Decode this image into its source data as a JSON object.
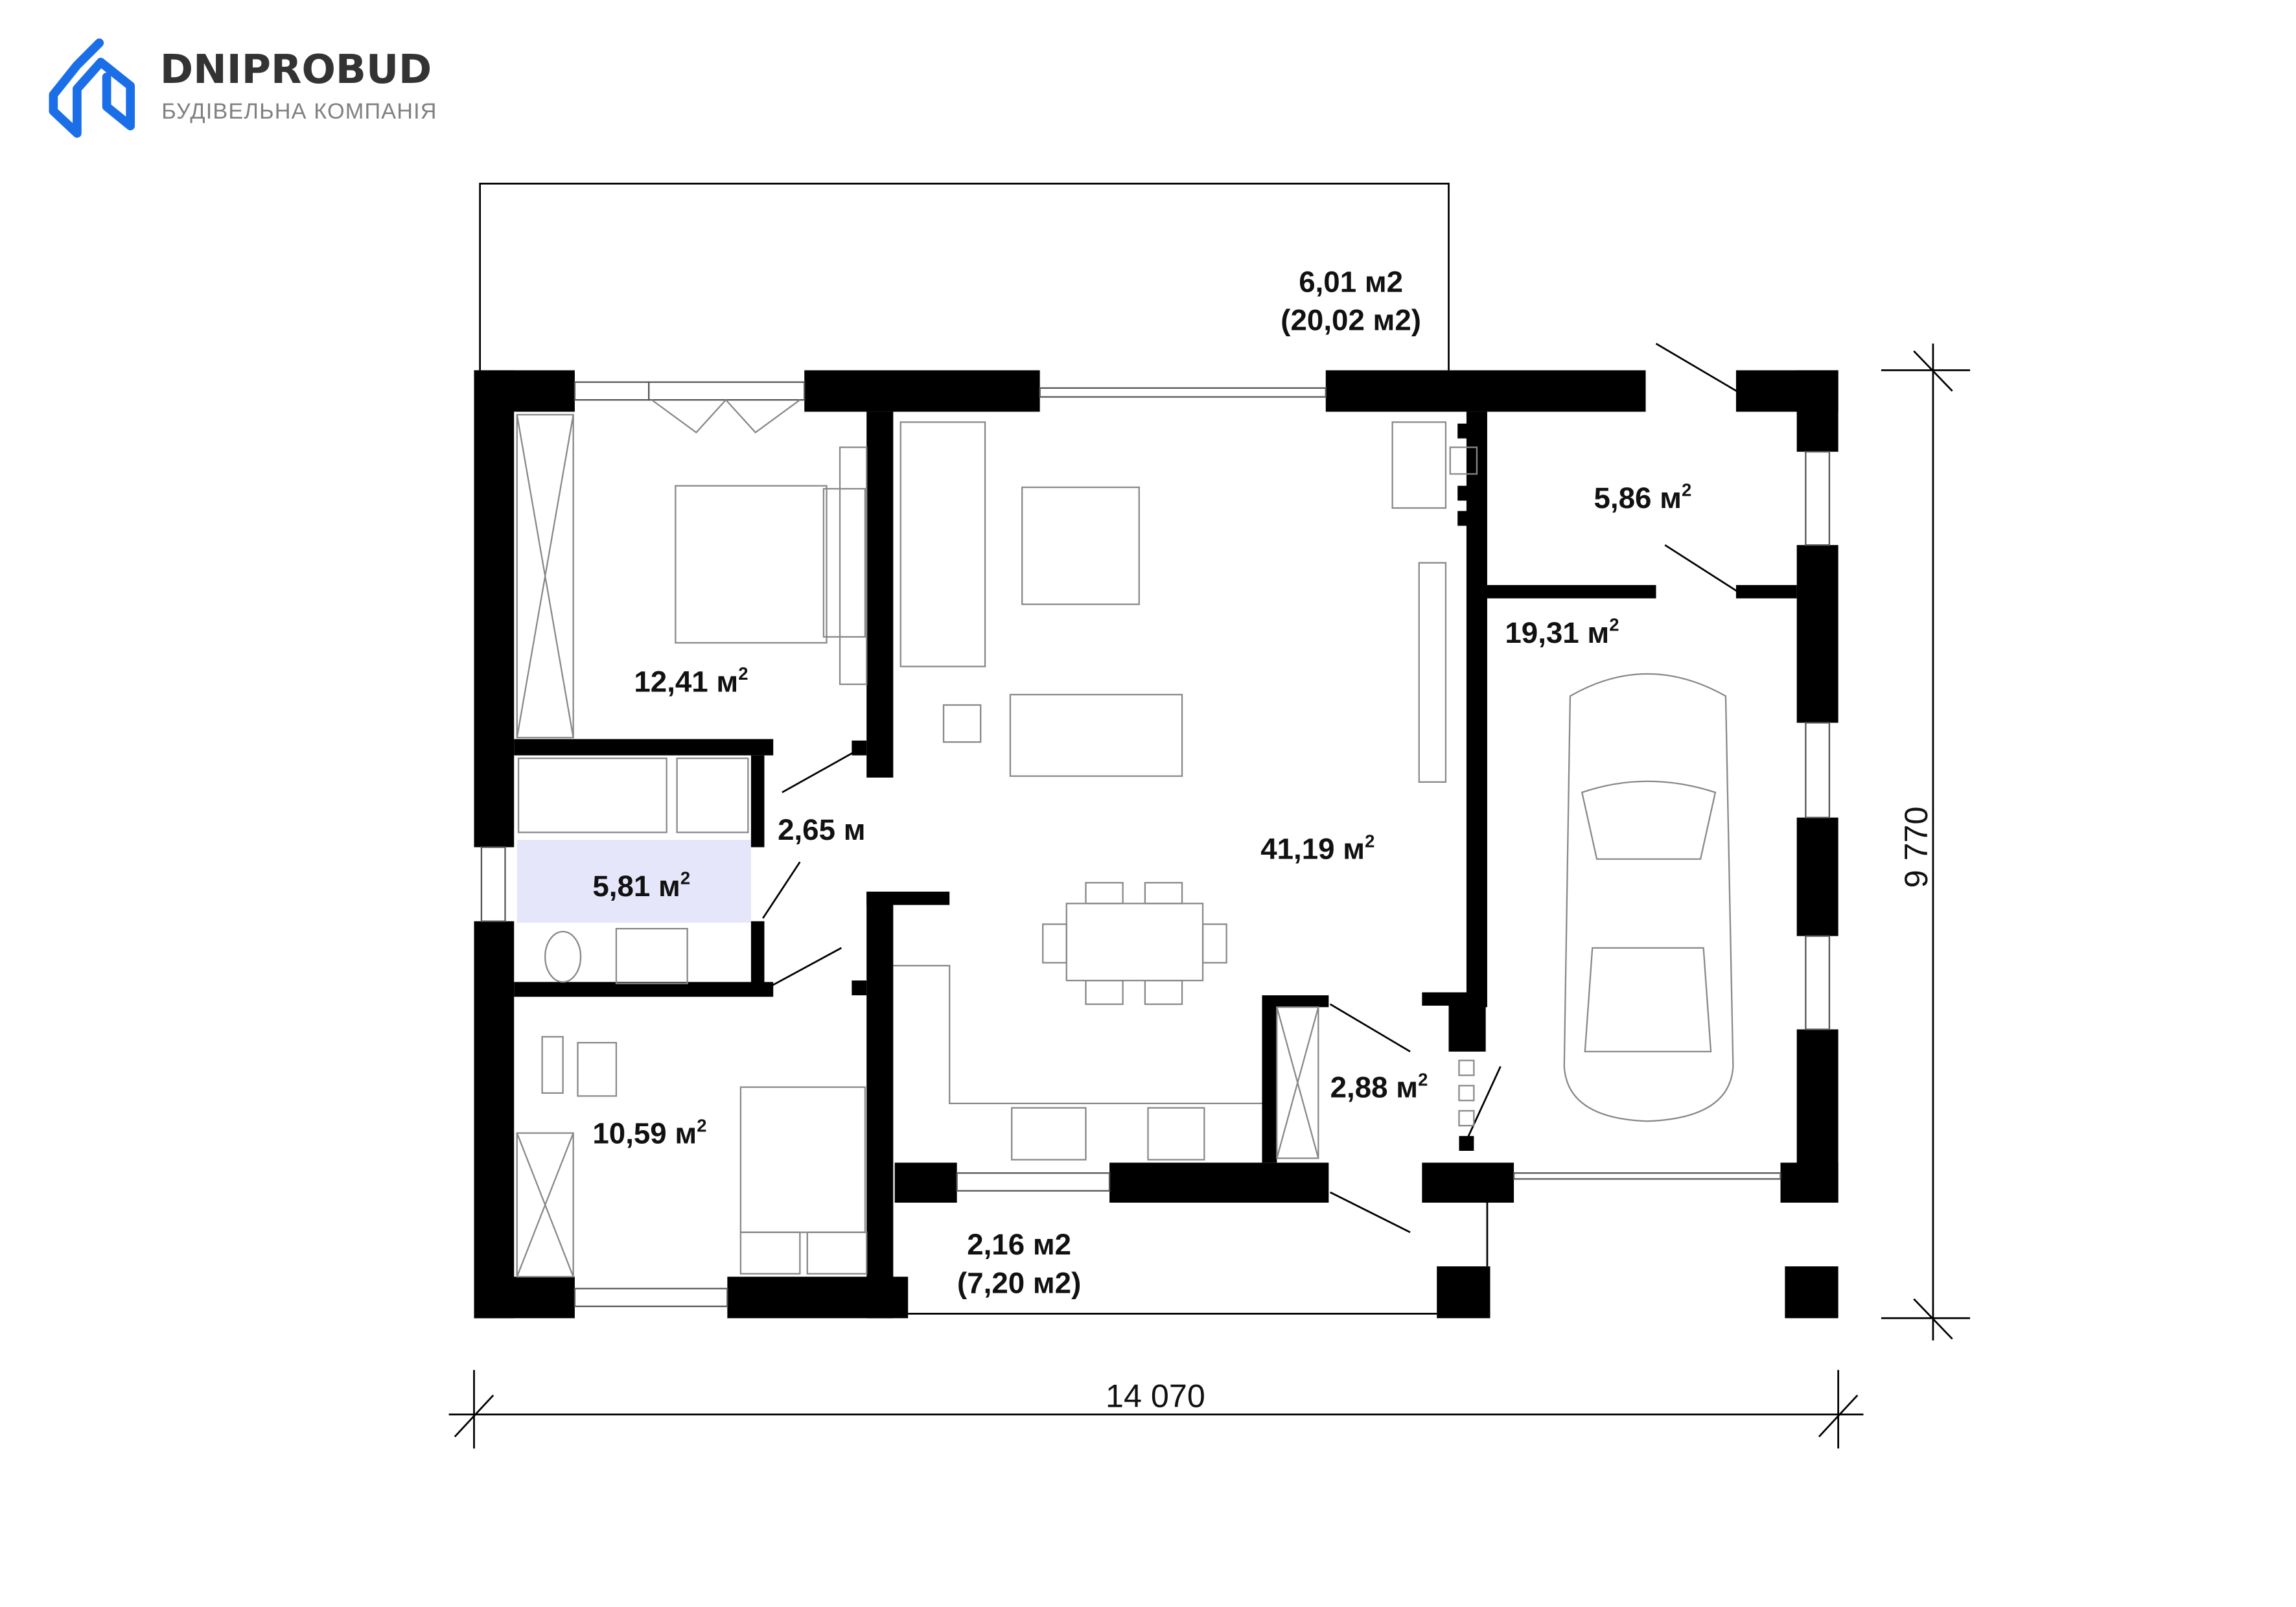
{
  "logo": {
    "name": "DNIPROBUD",
    "subtitle": "БУДІВЕЛЬНА КОМПАНІЯ",
    "color": "#1a6ee8"
  },
  "rooms": [
    {
      "id": "terrace-top",
      "area": "6,01 м2",
      "area_total": "(20,02 м2)"
    },
    {
      "id": "bedroom-1",
      "area": "12,41 м",
      "sup": "2"
    },
    {
      "id": "corridor",
      "area": "2,65 м"
    },
    {
      "id": "bathroom",
      "area": "5,81 м",
      "sup": "2",
      "highlight": "#e6e6fa"
    },
    {
      "id": "bedroom-2",
      "area": "10,59 м",
      "sup": "2"
    },
    {
      "id": "living",
      "area": "41,19 м",
      "sup": "2"
    },
    {
      "id": "boiler",
      "area": "5,86 м",
      "sup": "2"
    },
    {
      "id": "garage",
      "area": "19,31 м",
      "sup": "2"
    },
    {
      "id": "hall",
      "area": "2,88 м",
      "sup": "2"
    },
    {
      "id": "terrace-bottom",
      "area": "2,16 м2",
      "area_total": "(7,20 м2)"
    }
  ],
  "dimensions": {
    "width": "14 070",
    "depth": "9 770"
  }
}
